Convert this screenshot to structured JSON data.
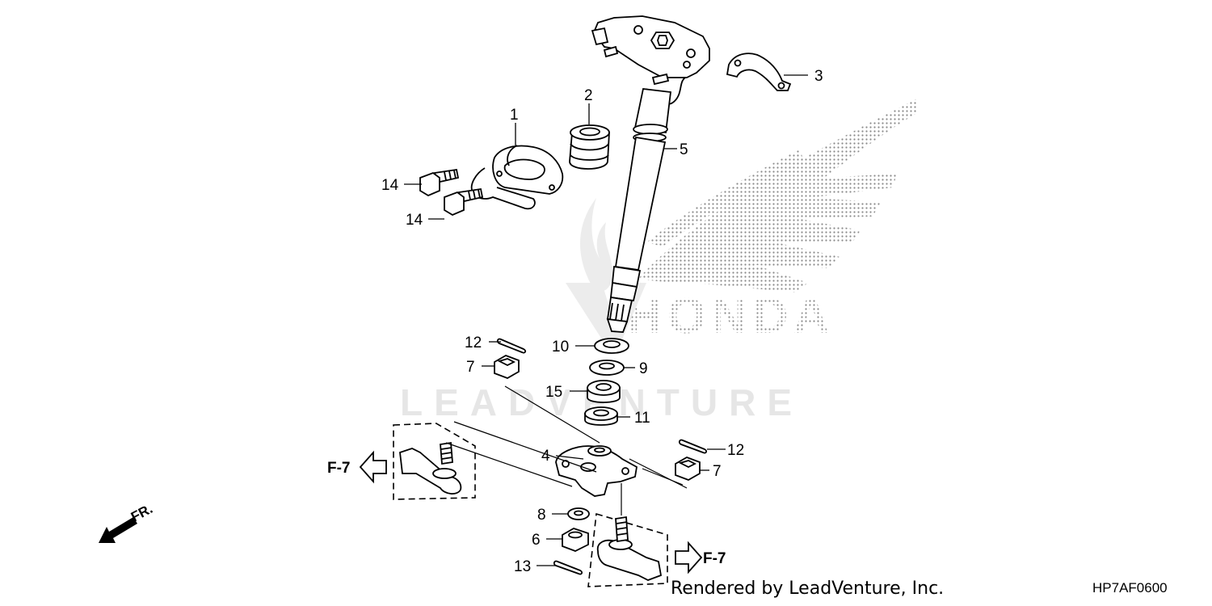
{
  "callouts": {
    "c1": "1",
    "c2": "2",
    "c3": "3",
    "c4": "4",
    "c5": "5",
    "c6": "6",
    "c7a": "7",
    "c7b": "7",
    "c8": "8",
    "c9": "9",
    "c10": "10",
    "c11": "11",
    "c12a": "12",
    "c12b": "12",
    "c13": "13",
    "c14a": "14",
    "c14b": "14",
    "c15": "15"
  },
  "references": {
    "left": "F-7",
    "right": "F-7"
  },
  "front_indicator": "FR.",
  "watermark": {
    "brand": "HONDA",
    "dealer": "LEADVENTURE"
  },
  "footer": {
    "credit": "Rendered by LeadVenture, Inc.",
    "diagram_code": "HP7AF0600"
  },
  "colors": {
    "line": "#000000",
    "watermark": "#e6e6e6",
    "logo_dots": "#8a8a8a"
  }
}
